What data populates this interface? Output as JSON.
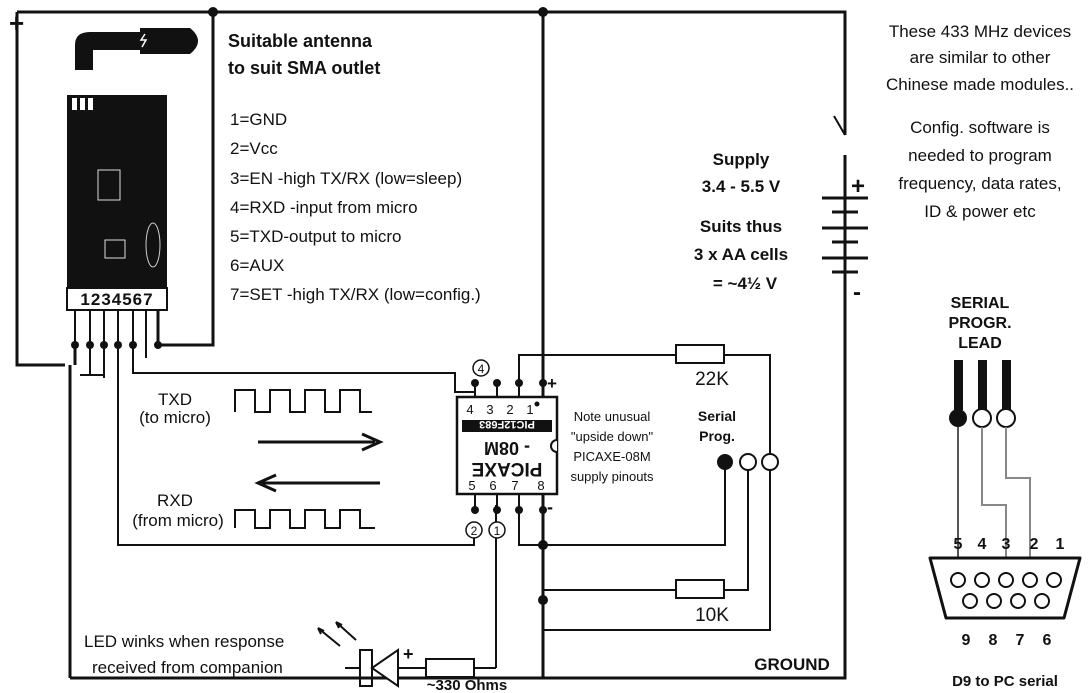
{
  "plus_sign": "+",
  "antenna_title": [
    "Suitable antenna",
    "to suit SMA outlet"
  ],
  "pin_list": [
    "1=GND",
    "2=Vcc",
    "3=EN -high TX/RX (low=sleep)",
    "4=RXD -input from micro",
    "5=TXD-output to micro",
    "6=AUX",
    "7=SET -high TX/RX (low=config.)"
  ],
  "module_pin_numbers": "1234567",
  "info_text": [
    "These  433 MHz devices",
    "are similar to  other",
    "Chinese made modules..",
    "Config. software is",
    "needed to program",
    "frequency, data rates,",
    "ID & power etc"
  ],
  "supply": {
    "title": "Supply",
    "range": "3.4 - 5.5 V",
    "suits": "Suits thus",
    "cells": "3 x AA cells",
    "approx": "= ~4½ V",
    "plus": "+",
    "minus": "-"
  },
  "txd_label": [
    "TXD",
    "(to micro)"
  ],
  "rxd_label": [
    "RXD",
    "(from micro)"
  ],
  "chip": {
    "top_pins": [
      "4",
      "3",
      "2",
      "1"
    ],
    "bottom_pins": [
      "5",
      "6",
      "7",
      "8"
    ],
    "part": "PIC12F683",
    "model": "- 08M",
    "brand": "PICAXE",
    "plus": "+",
    "minus": "-"
  },
  "circled_pins": {
    "four": "4",
    "two": "2",
    "one": "1"
  },
  "note": [
    "Note unusual",
    "\"upside down\"",
    "PICAXE-08M",
    "supply pinouts"
  ],
  "serial_prog": [
    "Serial",
    "Prog."
  ],
  "resistors": {
    "r22k": "22K",
    "r10k": "10K",
    "r330": "~330 Ohms"
  },
  "led_text": [
    "LED winks when response",
    "received from companion"
  ],
  "led_plus": "+",
  "ground_label": "GROUND",
  "serial_lead": [
    "SERIAL",
    "PROGR.",
    "LEAD"
  ],
  "d9_top_numbers": [
    "5",
    "4",
    "3",
    "2",
    "1"
  ],
  "d9_bottom_numbers": [
    "9",
    "8",
    "7",
    "6"
  ],
  "d9_caption": "D9 to PC serial"
}
